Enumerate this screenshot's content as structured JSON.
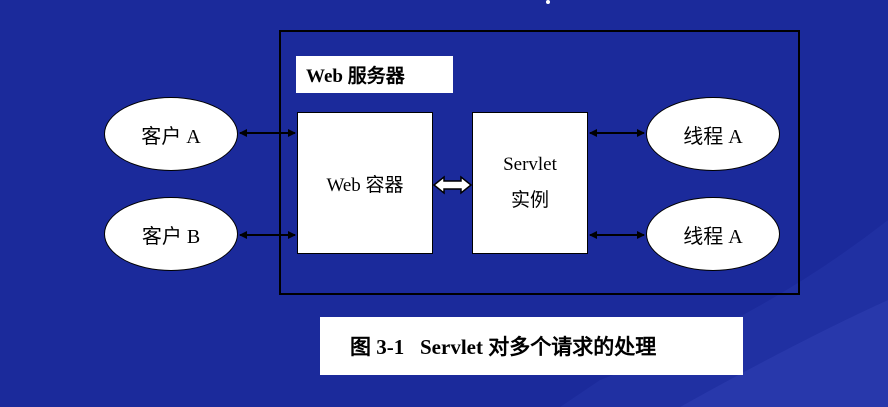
{
  "diagram": {
    "server_title": "Web 服务器",
    "container_label": "Web 容器",
    "servlet_label_line1": "Servlet",
    "servlet_label_line2": "实例",
    "clients": [
      "客户 A",
      "客户 B"
    ],
    "threads": [
      "线程 A",
      "线程 A"
    ],
    "caption": "图 3-1   Servlet 对多个请求的处理"
  },
  "colors": {
    "background": "#1b2a9b",
    "box_fill": "#ffffff",
    "outline": "#000000"
  }
}
